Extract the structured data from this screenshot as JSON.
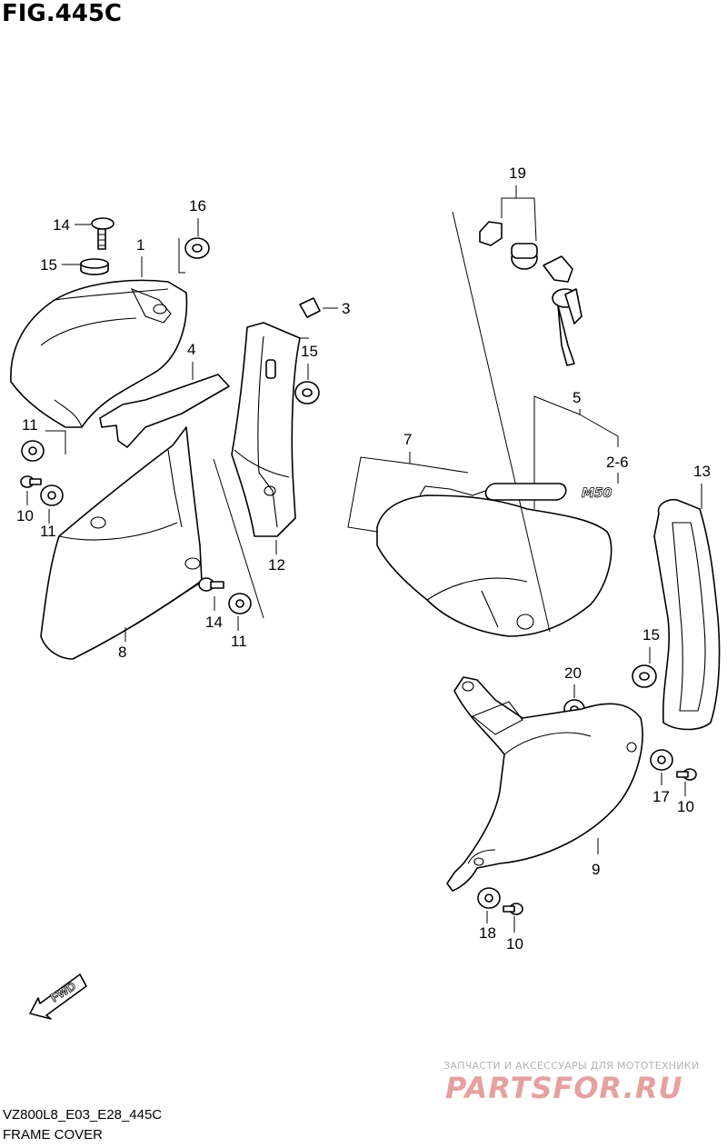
{
  "header": {
    "title": "FIG.445C"
  },
  "footer": {
    "code": "VZ800L8_E03_E28_445C",
    "name": "FRAME COVER"
  },
  "watermark": {
    "caption": "ЗАПЧАСТИ И АКСЕССУАРЫ ДЛЯ МОТОТЕХНИКИ",
    "logo": "PARTSFOR.RU"
  },
  "badge_text": "M50",
  "fwd_label": "FWD",
  "callouts": {
    "c1": "1",
    "c2_6": "2-6",
    "c3": "3",
    "c4": "4",
    "c5": "5",
    "c7": "7",
    "c8": "8",
    "c9": "9",
    "c10a": "10",
    "c10b": "10",
    "c10c": "10",
    "c11a": "11",
    "c11b": "11",
    "c11c": "11",
    "c12": "12",
    "c13": "13",
    "c14a": "14",
    "c14b": "14",
    "c15a": "15",
    "c15b": "15",
    "c15c": "15",
    "c16": "16",
    "c17": "17",
    "c18": "18",
    "c19": "19",
    "c20": "20"
  }
}
